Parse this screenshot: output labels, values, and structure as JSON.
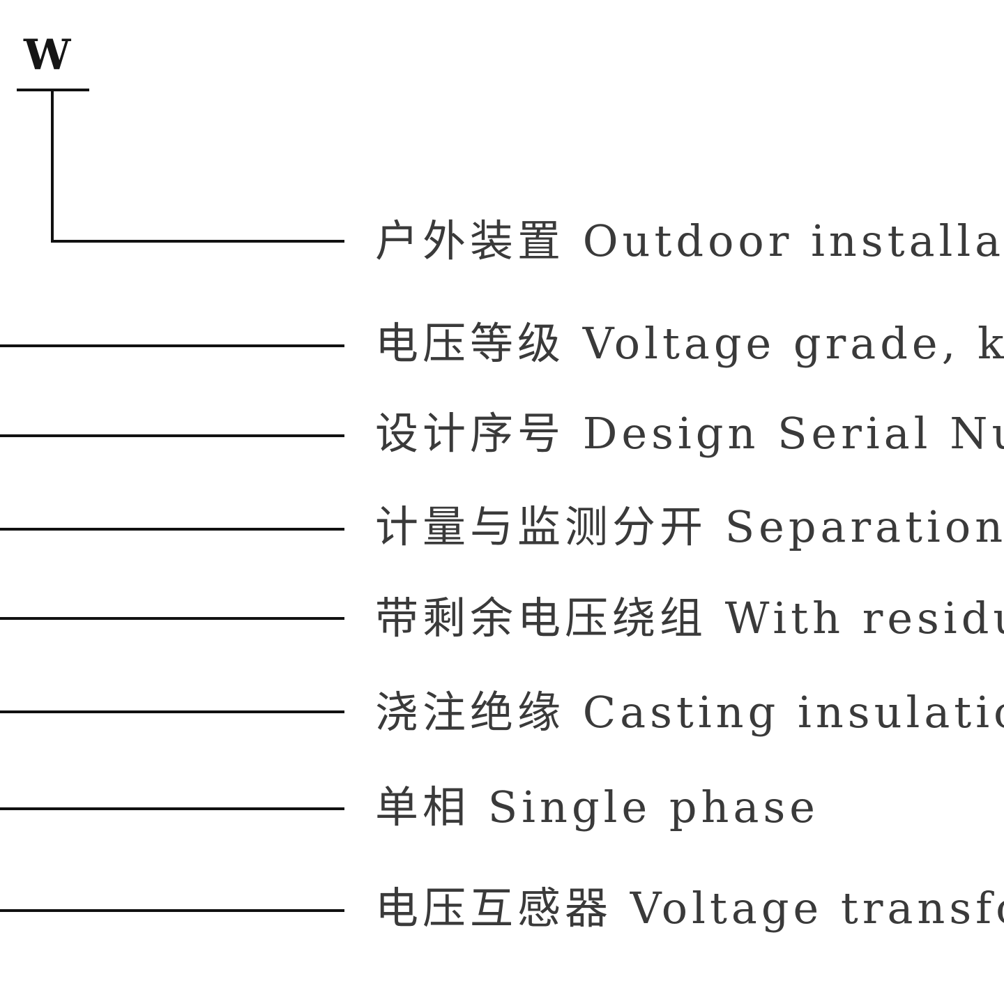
{
  "diagram": {
    "code_letter": "W",
    "labels": [
      "户外装置 Outdoor installation",
      "电压等级 Voltage grade, kV",
      "设计序号 Design Serial Number",
      "计量与监测分开 Separation",
      "带剩余电压绕组 With residual",
      "浇注绝缘 Casting insulation",
      "单相 Single phase",
      "电压互感器 Voltage transformer"
    ]
  }
}
